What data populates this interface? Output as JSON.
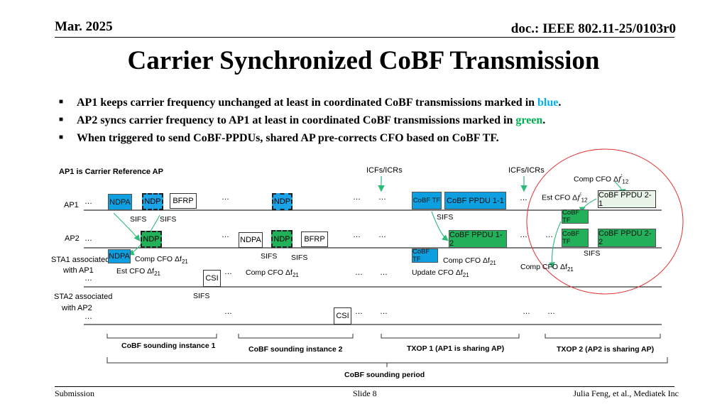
{
  "header": {
    "date": "Mar. 2025",
    "doc": "doc.: IEEE 802.11-25/0103r0"
  },
  "title": "Carrier Synchronized CoBF Transmission",
  "bullets": [
    {
      "pre": "AP1 keeps carrier frequency unchanged at least in coordinated CoBF transmissions marked in ",
      "em": "blue",
      "post": "."
    },
    {
      "pre": "AP2 syncs carrier frequency to AP1 at least in coordinated CoBF transmissions marked in ",
      "em": "green",
      "post": "."
    },
    {
      "text": "When triggered to send CoBF-PPDUs, shared AP pre-corrects CFO based on CoBF TF."
    }
  ],
  "diagram": {
    "ref_label": "AP1 is Carrier Reference AP",
    "rows": {
      "ap1": "AP1",
      "ap2": "AP2",
      "sta1a": "STA1 associated",
      "sta1b": "with AP1",
      "sta2a": "STA2 associated",
      "sta2b": "with AP2"
    },
    "ellipsis": "…",
    "icfs": "ICFs/ICRs",
    "boxes": {
      "ndpa": "NDPA",
      "ndp": "NDP",
      "bfrp": "BFRP",
      "csi": "CSI",
      "cobf_tf": "CoBF TF",
      "ppdu_11": "CoBF PPDU 1-1",
      "ppdu_12": "CoBF PPDU 1-2",
      "ppdu_21": "CoBF PPDU 2-1",
      "ppdu_22": "CoBF PPDU 2-2"
    },
    "sifs": "SIFS",
    "notes": {
      "comp_cfo_21": "Comp CFO Δf",
      "est_cfo_21": "Est CFO Δf",
      "update_cfo_21": "Update CFO Δf",
      "sub21": "21",
      "comp_cfo_12p": "Comp CFO Δ",
      "est_cfo_12p": "Est CFO Δ",
      "f12p": "f",
      "sup_prime": "′",
      "sub12": "12"
    },
    "brackets": {
      "inst1": "CoBF sounding instance 1",
      "inst2": "CoBF sounding instance 2",
      "txop1": "TXOP 1  (AP1 is sharing AP)",
      "txop2": "TXOP 2 (AP2 is sharing AP)",
      "period": "CoBF sounding period"
    }
  },
  "footer": {
    "left": "Submission",
    "center": "Slide 8",
    "right": "Julia Feng, et al., Mediatek Inc"
  }
}
